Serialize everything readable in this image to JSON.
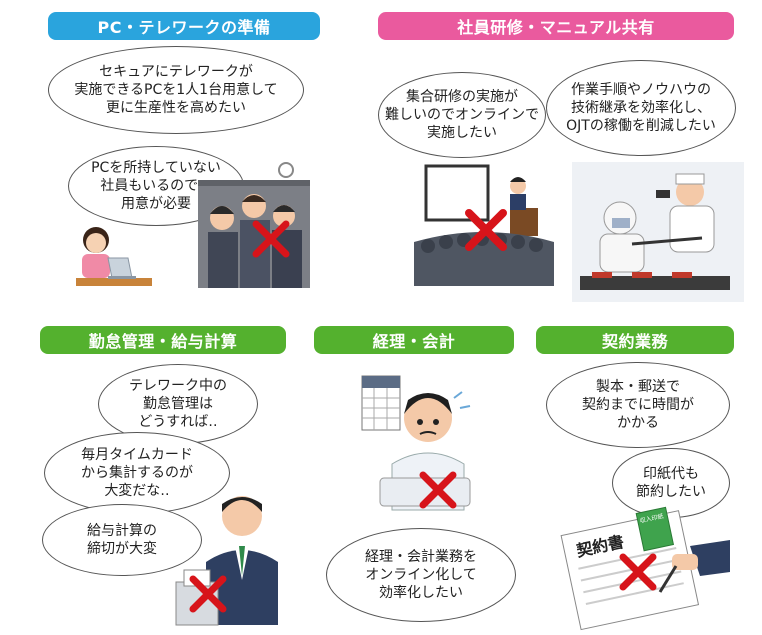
{
  "panels": {
    "pc_telework": {
      "title": "PC・テレワークの準備",
      "bubble1": "セキュアにテレワークが\n実施できるPCを1人1台用意して\n更に生産性を高めたい",
      "bubble2": "PCを所持していない\n社員もいるので、\n用意が必要"
    },
    "training": {
      "title": "社員研修・マニュアル共有",
      "bubble1": "集合研修の実施が\n難しいのでオンラインで\n実施したい",
      "bubble2": "作業手順やノウハウの\n技術継承を効率化し、\nOJTの稼働を削減したい"
    },
    "attendance": {
      "title": "勤怠管理・給与計算",
      "bubble1": "テレワーク中の\n勤怠管理は\nどうすれば‥",
      "bubble2": "毎月タイムカード\nから集計するのが\n大変だな‥",
      "bubble3": "給与計算の\n締切が大変"
    },
    "accounting": {
      "title": "経理・会計",
      "bubble1": "経理・会計業務を\nオンライン化して\n効率化したい"
    },
    "contract": {
      "title": "契約業務",
      "bubble1": "製本・郵送で\n契約までに時間が\nかかる",
      "bubble2": "印紙代も\n節約したい",
      "document_text": "契約書",
      "stamp_text": "収入印紙"
    }
  },
  "colors": {
    "blue_header": "#2aa4dd",
    "pink_header": "#ea5a9e",
    "green_header": "#54b12e",
    "cross_mark": "#d7141a"
  },
  "icons": [
    "cross-icon",
    "woman-laptop",
    "crowded-train",
    "lecture-hall",
    "craftsmen",
    "businessman-timecard",
    "stressed-accountant",
    "contract-signing"
  ]
}
